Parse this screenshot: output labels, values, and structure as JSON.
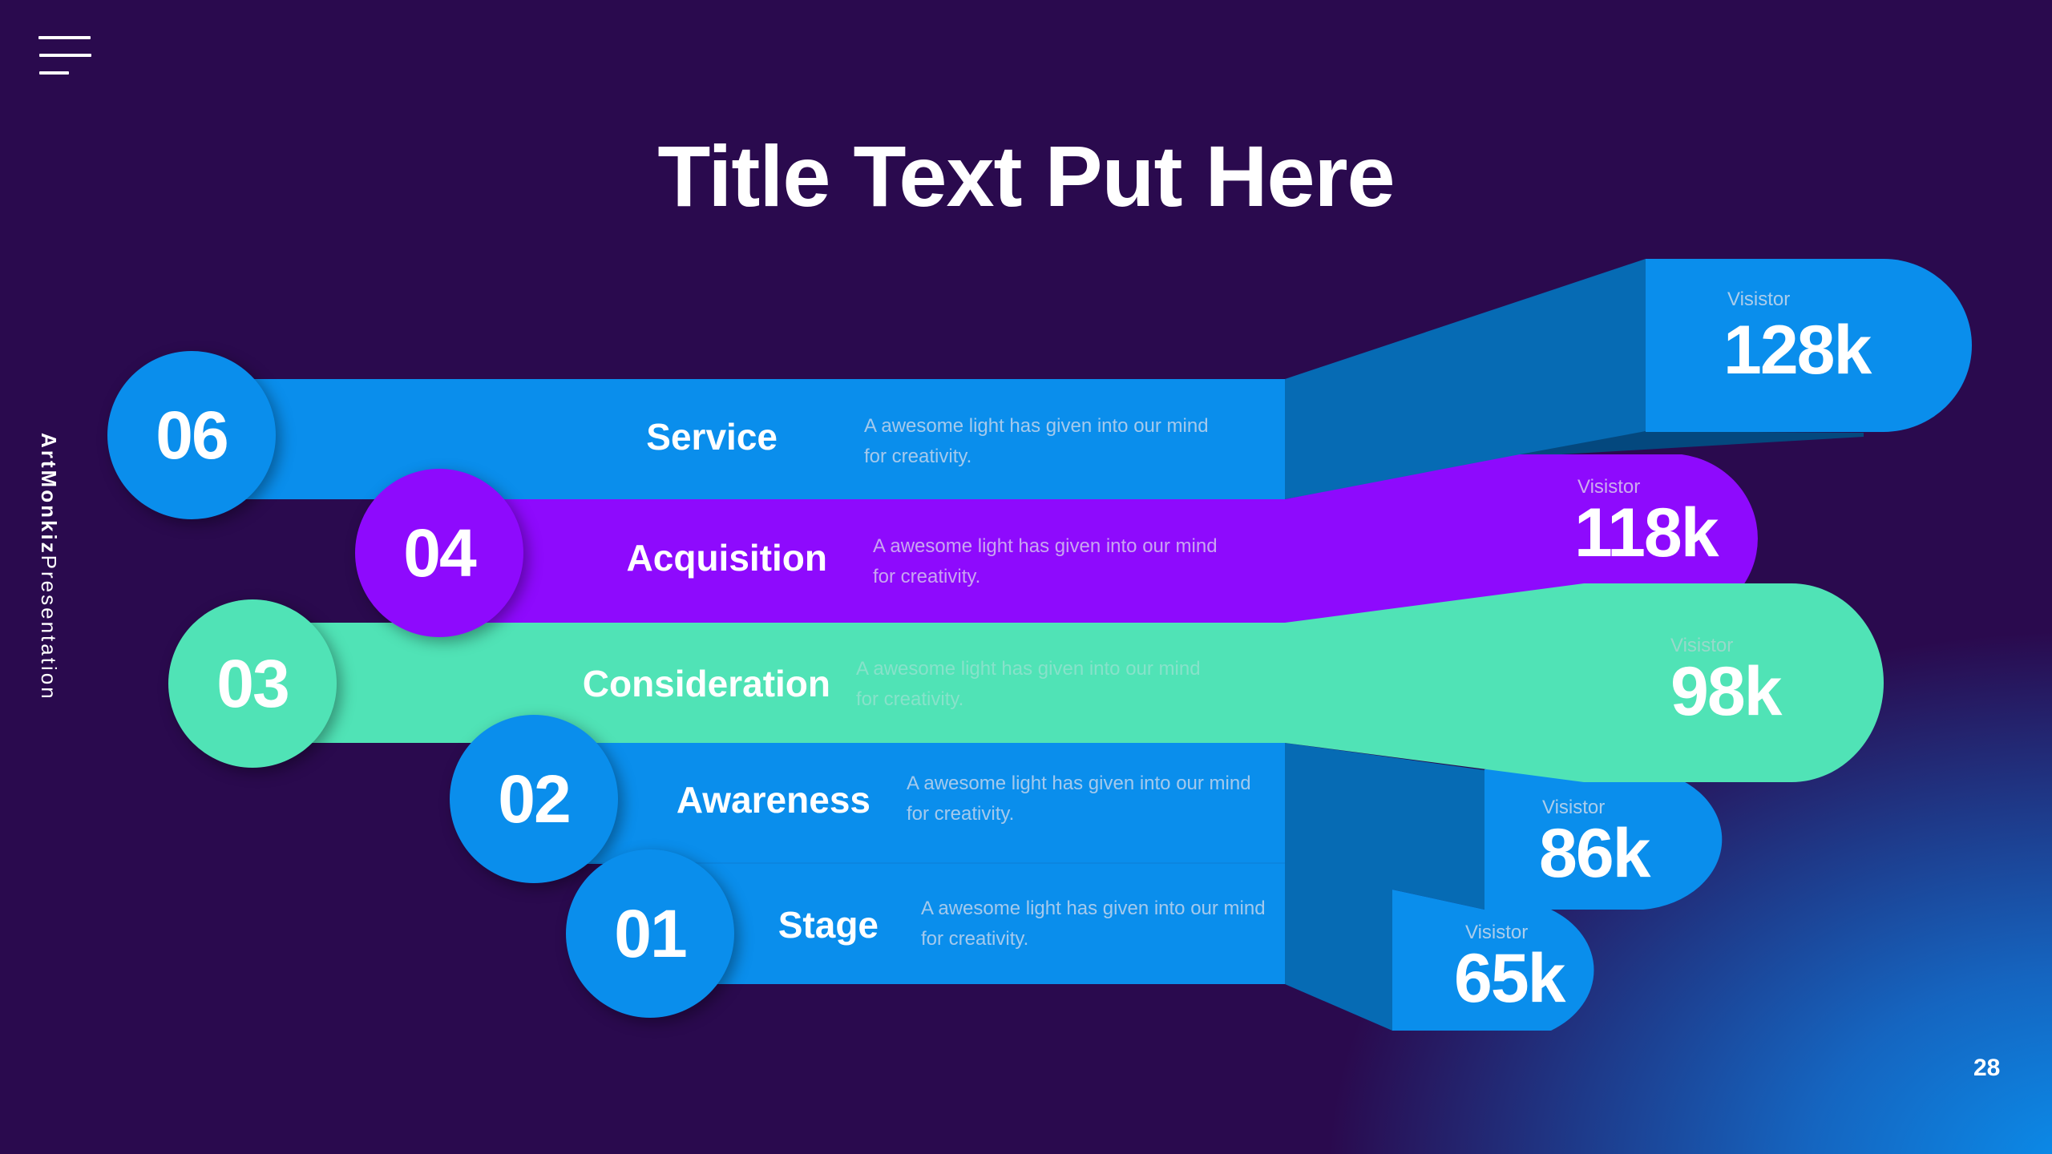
{
  "slide": {
    "title": "Title Text Put Here",
    "brand_bold": "ArtMonkiz",
    "brand_light": "Presentation",
    "page_number": "28",
    "menu_icon": "hamburger-menu-icon"
  },
  "colors": {
    "background": "#2A0A4E",
    "blue": "#0A8EEC",
    "blue_dark_side": "#066BB4",
    "purple": "#8E0AFD",
    "teal": "#50E3B6",
    "white": "#FFFFFF"
  },
  "stages": [
    {
      "number": "06",
      "name": "Service",
      "description": "A awesome light has given into our mind for creativity.",
      "visitor_label": "Visistor",
      "visitors": "128k",
      "color": "#0A8EEC"
    },
    {
      "number": "04",
      "name": "Acquisition",
      "description": "A awesome light has given into our mind for creativity.",
      "visitor_label": "Visistor",
      "visitors": "118k",
      "color": "#8E0AFD"
    },
    {
      "number": "03",
      "name": "Consideration",
      "description": "A awesome light has given into our mind for creativity.",
      "visitor_label": "Visistor",
      "visitors": "98k",
      "color": "#50E3B6"
    },
    {
      "number": "02",
      "name": "Awareness",
      "description": "A awesome light has given into our mind for creativity.",
      "visitor_label": "Visistor",
      "visitors": "86k",
      "color": "#0A8EEC"
    },
    {
      "number": "01",
      "name": "Stage",
      "description": "A awesome light has given into our mind for creativity.",
      "visitor_label": "Visistor",
      "visitors": "65k",
      "color": "#0A8EEC"
    }
  ],
  "chart_data": {
    "type": "bar",
    "title": "Title Text Put Here",
    "categories": [
      "01 Stage",
      "02 Awareness",
      "03 Consideration",
      "04 Acquisition",
      "06 Service"
    ],
    "values": [
      65,
      86,
      98,
      118,
      128
    ],
    "unit": "k visitors",
    "xlabel": "",
    "ylabel": "Visitors"
  }
}
